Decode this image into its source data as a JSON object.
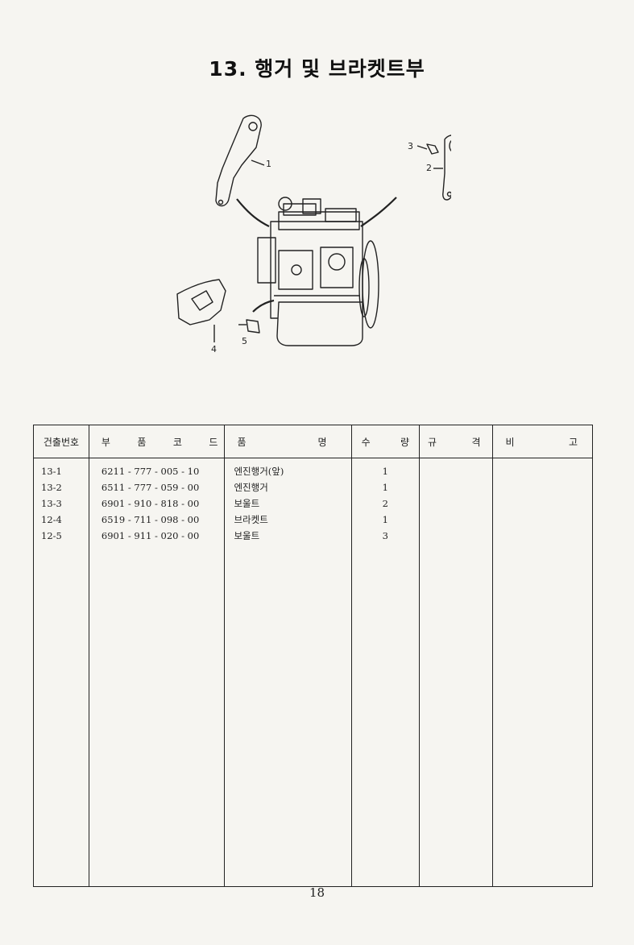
{
  "title": "13. 행거 및 브라켓트부",
  "diagram_labels": [
    "1",
    "2",
    "3",
    "4",
    "5"
  ],
  "table": {
    "headers": {
      "no": "건출번호",
      "code": [
        "부",
        "품",
        "코",
        "드"
      ],
      "name": [
        "품",
        "명"
      ],
      "qty": [
        "수",
        "량"
      ],
      "spec": [
        "규",
        "격"
      ],
      "note": [
        "비",
        "고"
      ]
    },
    "rows": [
      {
        "no": "13-1",
        "code": "6211 - 777 - 005 - 10",
        "name": "엔진행거(앞)",
        "qty": "1"
      },
      {
        "no": "13-2",
        "code": "6511 - 777 - 059 - 00",
        "name": "엔진행거",
        "qty": "1"
      },
      {
        "no": "13-3",
        "code": "6901 - 910 - 818 - 00",
        "name": "보울트",
        "qty": "2"
      },
      {
        "no": "12-4",
        "code": "6519 - 711 - 098 - 00",
        "name": "브라켓트",
        "qty": "1"
      },
      {
        "no": "12-5",
        "code": "6901 - 911 - 020 - 00",
        "name": "보울트",
        "qty": "3"
      }
    ]
  },
  "page_number": "18"
}
